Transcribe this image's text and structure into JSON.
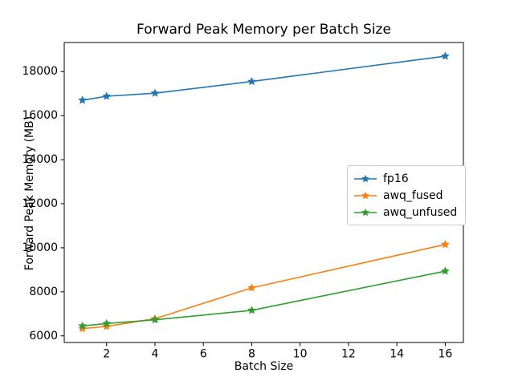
{
  "chart_data": {
    "type": "line",
    "title": "Forward Peak Memory per Batch Size",
    "xlabel": "Batch Size",
    "ylabel": "Forward Peak Memory (MB)",
    "x": [
      1,
      2,
      4,
      8,
      16
    ],
    "series": [
      {
        "name": "fp16",
        "color": "#1f77b4",
        "values": [
          16700,
          16880,
          17020,
          17550,
          18700
        ]
      },
      {
        "name": "awq_fused",
        "color": "#ff7f0e",
        "values": [
          6330,
          6430,
          6780,
          8180,
          10150
        ]
      },
      {
        "name": "awq_unfused",
        "color": "#2ca02c",
        "values": [
          6450,
          6560,
          6730,
          7160,
          8940
        ]
      }
    ],
    "marker": "star",
    "xticks": [
      2,
      4,
      6,
      8,
      10,
      12,
      14,
      16
    ],
    "yticks": [
      6000,
      8000,
      10000,
      12000,
      14000,
      16000,
      18000
    ],
    "xlim": [
      0.25,
      16.75
    ],
    "ylim": [
      5700,
      19320
    ],
    "grid": false,
    "legend_position": "center right",
    "axis_color": "#000000",
    "background_color": "#ffffff"
  }
}
